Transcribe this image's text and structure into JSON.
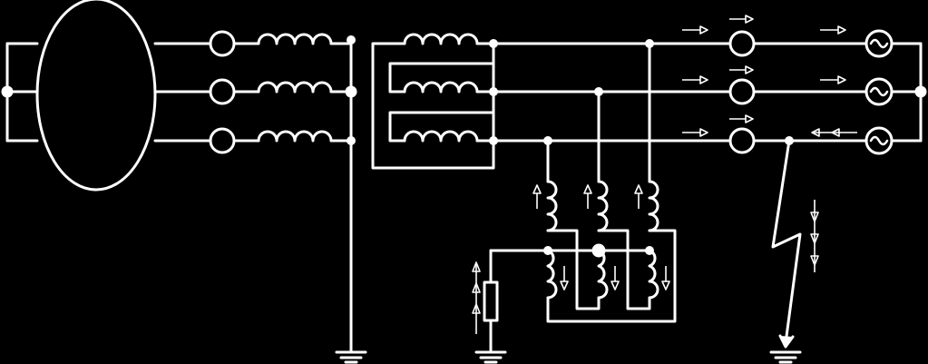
{
  "colors": {
    "background": "#000000",
    "stroke": "#ffffff"
  },
  "components": {
    "generator": "generator-ellipse",
    "current_sensors": "current-transformer-circles",
    "series_inductors": "three-phase-reactor",
    "transformer": "three-phase-transformer-windings",
    "zigzag_grounding": "zigzag-grounding-transformer",
    "neutral_resistor": "neutral-grounding-resistor",
    "sources": "ac-source-icon",
    "fault": "lightning-fault-icon",
    "ground": "ground-icon",
    "arrows": [
      "right-arrow-icon",
      "left-arrow-icon",
      "up-arrow-icon",
      "down-arrow-icon"
    ]
  }
}
